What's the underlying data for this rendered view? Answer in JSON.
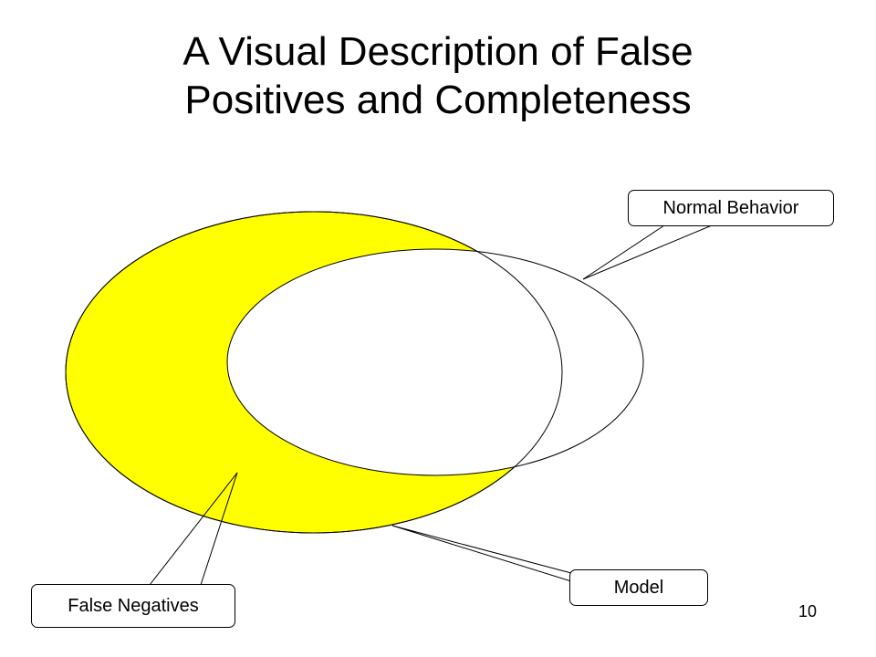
{
  "slide": {
    "title_line1": "A Visual Description of False",
    "title_line2": "Positives and Completeness",
    "page_number": "10"
  },
  "diagram": {
    "callouts": {
      "normal_behavior": "Normal Behavior",
      "model": "Model",
      "false_negatives": "False Negatives"
    },
    "colors": {
      "false_negative_fill": "#ffff00",
      "outline": "#000000",
      "background": "#ffffff"
    }
  }
}
